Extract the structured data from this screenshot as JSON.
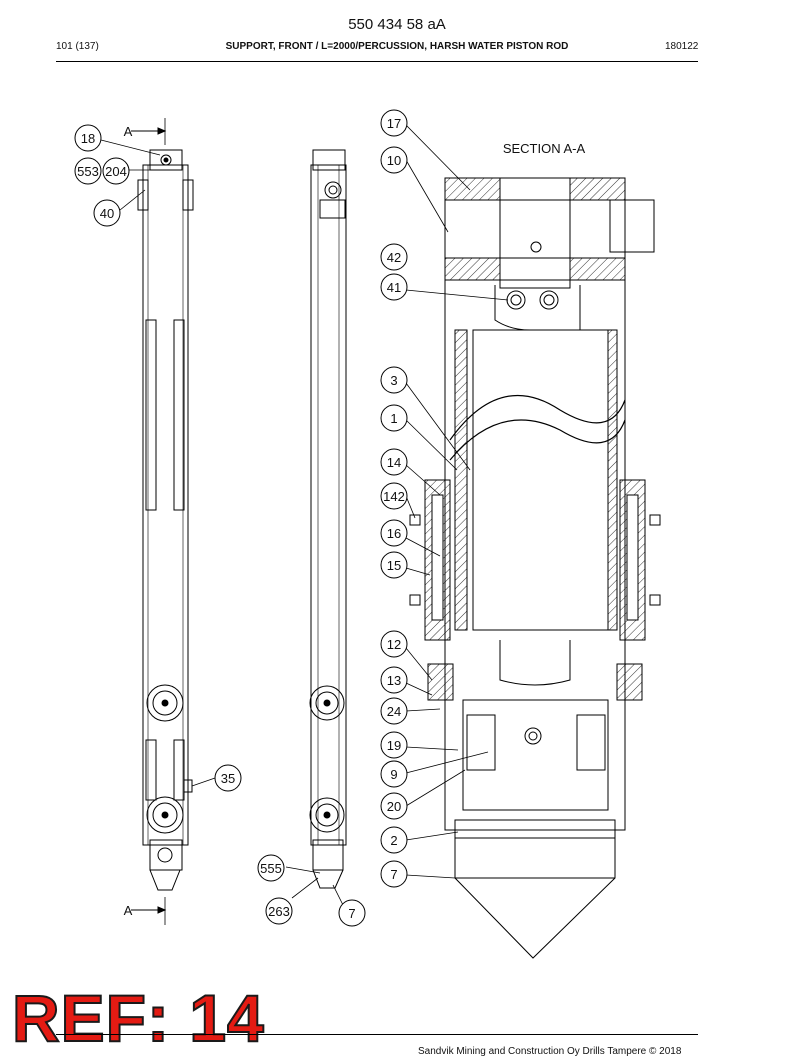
{
  "header": {
    "doc_code": "550 434 58 aA",
    "page": "101 (137)",
    "title": "SUPPORT, FRONT / L=2000/PERCUSSION, HARSH WATER PISTON ROD",
    "date": "180122"
  },
  "drawing": {
    "section_title": "SECTION A-A",
    "section_marker": "A",
    "callouts": [
      "18",
      "553",
      "204",
      "40",
      "35",
      "555",
      "263",
      "7",
      "17",
      "10",
      "42",
      "41",
      "3",
      "1",
      "14",
      "142",
      "16",
      "15",
      "12",
      "13",
      "24",
      "19",
      "9",
      "20",
      "2",
      "7"
    ]
  },
  "ref_stamp": "REF: 14",
  "footer": {
    "copyright": "Sandvik Mining and Construction Oy Drills Tampere © 2018"
  },
  "colors": {
    "ref_stamp": "#e41b13",
    "line": "#000000"
  }
}
